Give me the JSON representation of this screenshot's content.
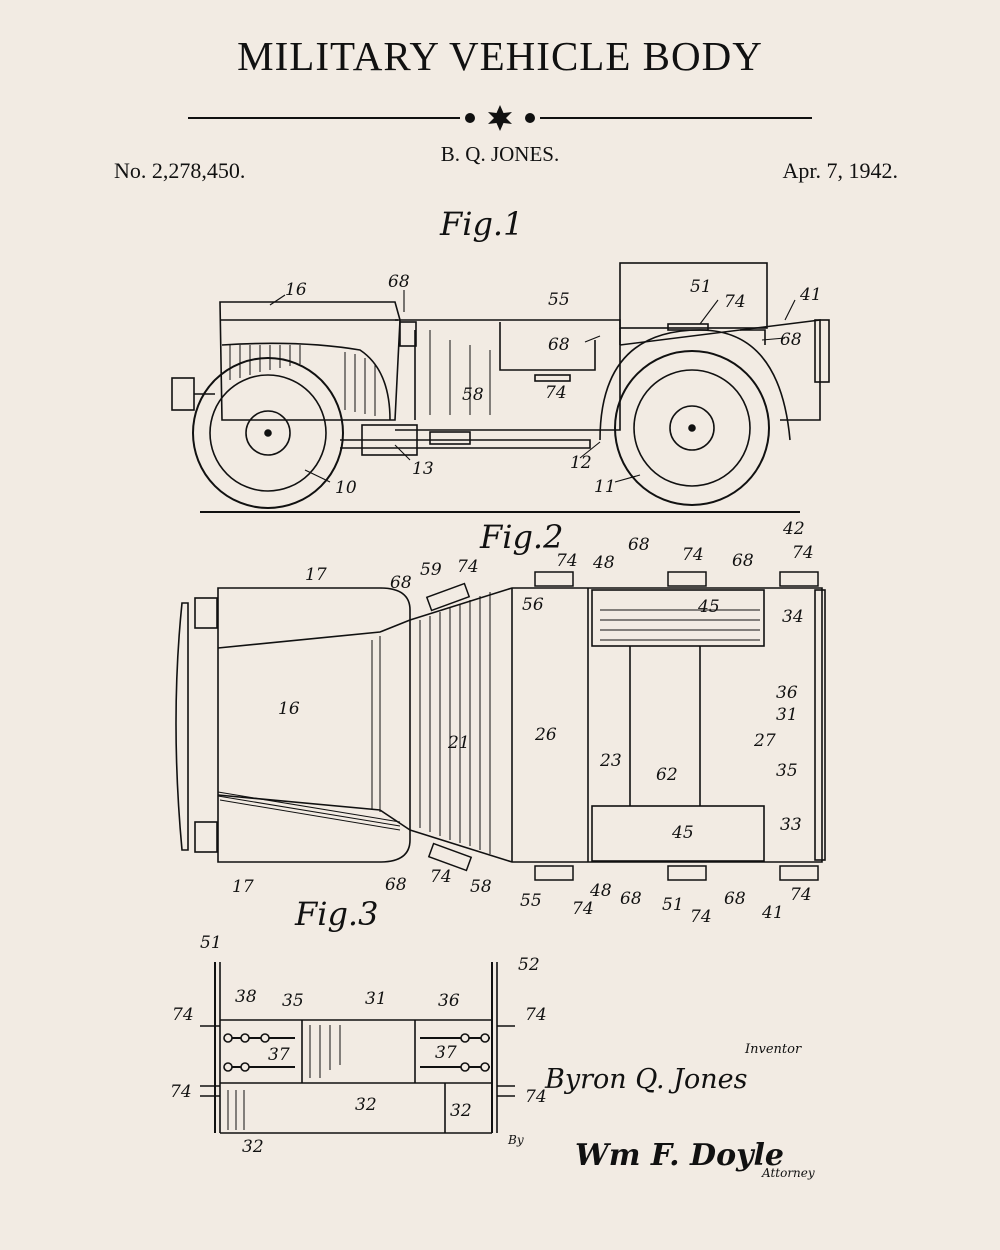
{
  "header": {
    "title": "MILITARY VEHICLE BODY",
    "inventor_name": "B. Q. JONES.",
    "patent_number": "No. 2,278,450.",
    "date": "Apr. 7, 1942."
  },
  "figures": {
    "fig1": "Fig.1",
    "fig2": "Fig.2",
    "fig3": "Fig.3"
  },
  "fig1_labels": [
    "16",
    "68",
    "55",
    "51",
    "74",
    "41",
    "68",
    "68",
    "58",
    "74",
    "13",
    "12",
    "10",
    "11"
  ],
  "fig2_labels": [
    "17",
    "68",
    "59",
    "74",
    "56",
    "74",
    "48",
    "68",
    "74",
    "68",
    "42",
    "74",
    "45",
    "34",
    "16",
    "21",
    "26",
    "36",
    "31",
    "27",
    "23",
    "62",
    "35",
    "45",
    "33",
    "17",
    "68",
    "74",
    "58",
    "55",
    "74",
    "48",
    "68",
    "51",
    "74",
    "68",
    "41",
    "74"
  ],
  "fig3_labels": [
    "51",
    "52",
    "38",
    "35",
    "31",
    "36",
    "74",
    "74",
    "37",
    "37",
    "74",
    "74",
    "32",
    "32",
    "32"
  ],
  "signature": {
    "inventor_caption": "Inventor",
    "inventor_signature": "Byron Q. Jones",
    "by": "By",
    "attorney_signature": "Wm F. Doyle",
    "attorney_caption": "Attorney"
  },
  "colors": {
    "background": "#f2ebe3",
    "ink": "#111111"
  }
}
